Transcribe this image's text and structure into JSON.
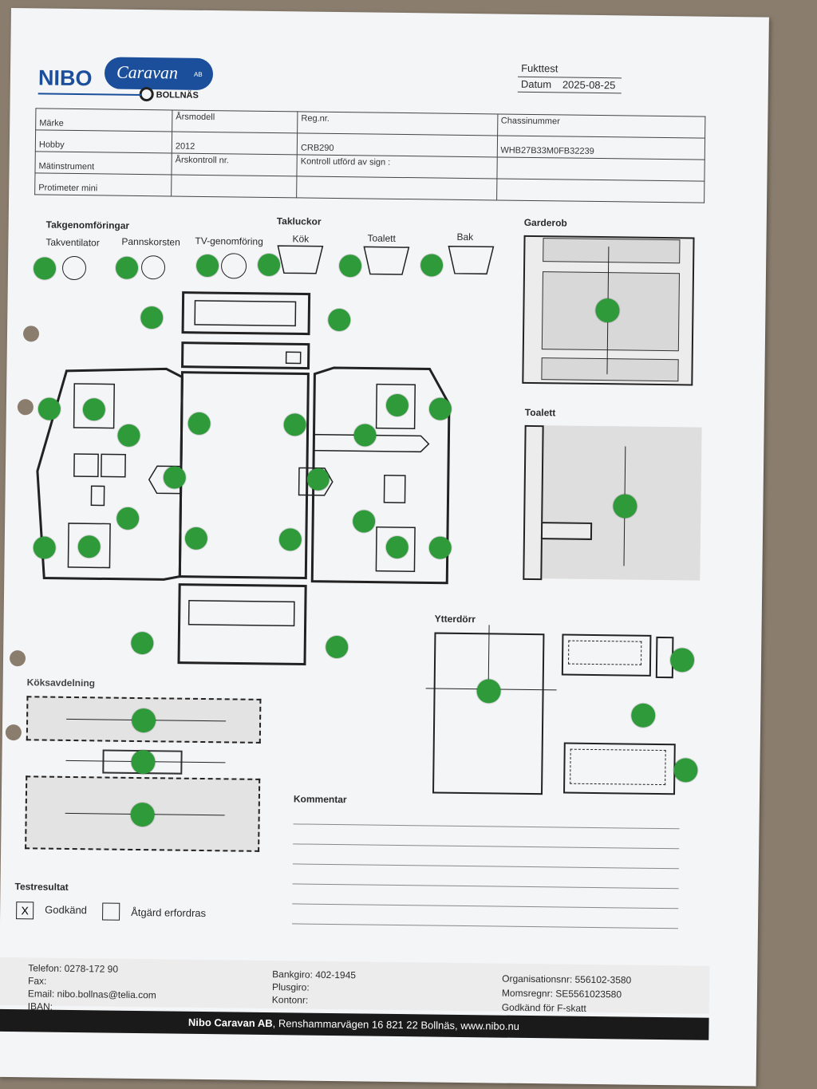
{
  "header": {
    "logo_nibo": "NIBO",
    "logo_caravan": "Caravan",
    "logo_ab": "AB",
    "logo_city": "BOLLNÄS",
    "doc_title": "Fukttest",
    "date_label": "Datum",
    "date_value": "2025-08-25"
  },
  "info_table": {
    "row1": [
      "Märke",
      "Årsmodell",
      "Reg.nr.",
      "Chassinummer"
    ],
    "row2": [
      "Hobby",
      "2012",
      "CRB290",
      "WHB27B33M0FB32239"
    ],
    "row3": [
      "Mätinstrument",
      "Årskontroll nr.",
      "Kontroll utförd av sign :",
      ""
    ],
    "row4": [
      "Protimeter mini",
      "",
      "",
      ""
    ]
  },
  "sections": {
    "takgenomforingar": "Takgenomföringar",
    "takventilator": "Takventilator",
    "pannskorsten": "Pannskorsten",
    "tv_genomforing": "TV-genomföring",
    "takluckor": "Takluckor",
    "kok": "Kök",
    "toalett_lucka": "Toalett",
    "bak": "Bak",
    "garderob": "Garderob",
    "toalett": "Toalett",
    "ytterdorr": "Ytterdörr",
    "koksavdelning": "Köksavdelning",
    "kommentar": "Kommentar"
  },
  "testresultat": {
    "title": "Testresultat",
    "godkand_mark": "X",
    "godkand_label": "Godkänd",
    "atgard_label": "Åtgärd erfordras"
  },
  "footer": {
    "telefon": "Telefon: 0278-172 90",
    "fax": "Fax:",
    "email": "Email: nibo.bollnas@telia.com",
    "iban": "IBAN:",
    "bankgiro": "Bankgiro: 402-1945",
    "plusgiro": "Plusgiro:",
    "kontonr": "Kontonr:",
    "orgnr": "Organisationsnr: 556102-3580",
    "momsnr": "Momsregnr: SE5561023580",
    "fskatt": "Godkänd för F-skatt",
    "company": "Nibo Caravan AB",
    "address": ", Renshammarvägen 16 821 22 Bollnäs, www.nibo.nu"
  },
  "colors": {
    "ok_dot": "#2f9a3a",
    "logo_blue": "#1b4f9c"
  }
}
